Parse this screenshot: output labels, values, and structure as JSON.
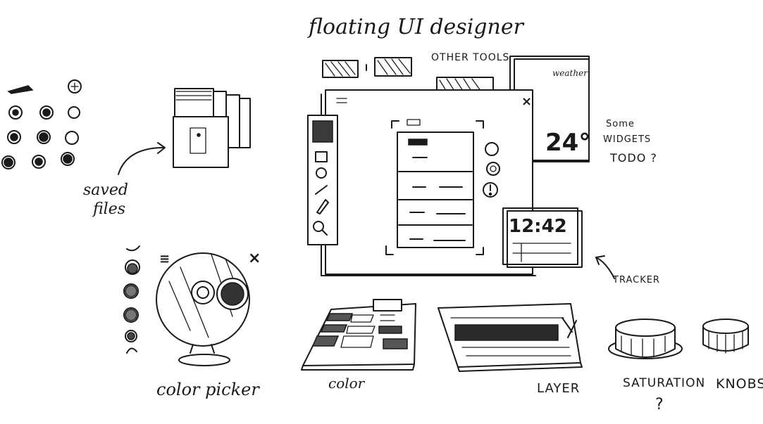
{
  "title": "floating UI designer",
  "labels": {
    "other_tools": "OTHER TOOLS",
    "some_widgets": "Some",
    "widgets_line2": "WIDGETS",
    "widgets_line3": "TODO ?",
    "tracker": "TRACKER",
    "saved_files_1": "saved",
    "saved_files_2": "files",
    "color_picker": "color picker",
    "color": "color",
    "layer": "LAYER",
    "saturation": "SATURATION",
    "saturation_q": "?",
    "knobs": "KNOBS"
  },
  "widgets": {
    "weather_label": "weather",
    "temperature": "24°",
    "clock": "12:42",
    "close_glyph": "×",
    "hamburger_glyph": "≡"
  }
}
